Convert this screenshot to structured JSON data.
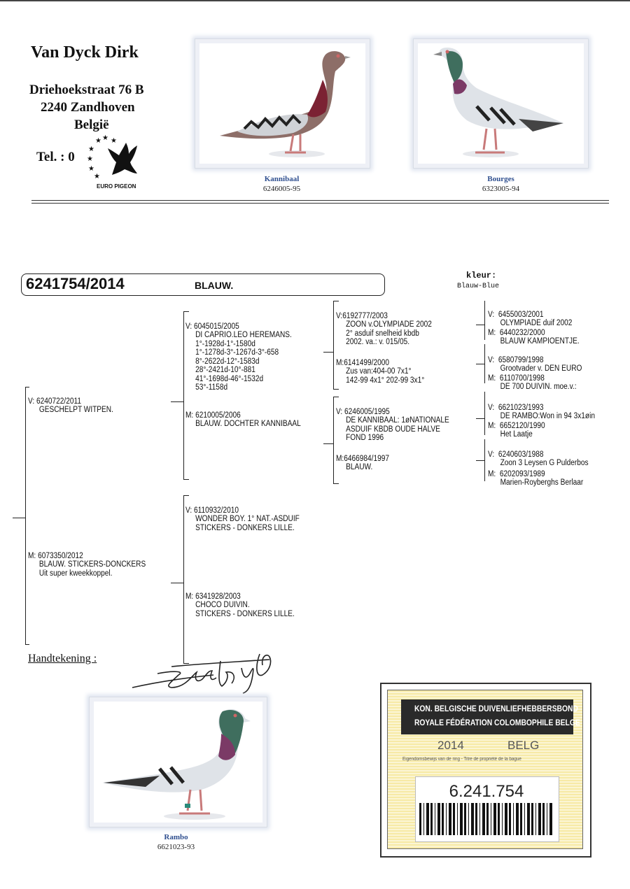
{
  "header": {
    "name": "Van Dyck Dirk",
    "street": "Driehoekstraat 76 B",
    "city": "2240 Zandhoven",
    "country": "België",
    "tel": "Tel. : 0",
    "logo_text": "EURO PIGEON"
  },
  "photos": [
    {
      "name": "Kannibaal",
      "ring": "6246005-95"
    },
    {
      "name": "Bourges",
      "ring": "6323005-94"
    },
    {
      "name": "Rambo",
      "ring": "6621023-93"
    }
  ],
  "main_bird": {
    "ring": "6241754/2014",
    "color": "BLAUW.",
    "kleur_label": "kleur:",
    "kleur_value": "Blauw-Blue"
  },
  "pedigree": {
    "father": {
      "prefix": "V:",
      "ring": "6240722/2011",
      "text": "GESCHELPT WITPEN."
    },
    "mother": {
      "prefix": "M:",
      "ring": "6073350/2012",
      "lines": [
        "BLAUW. STICKERS-DONCKERS",
        "Uit super kweekkoppel."
      ]
    },
    "ff": {
      "prefix": "V:",
      "ring": "6045015/2005",
      "lines": [
        "DI CAPRIO.LEO HEREMANS.",
        "1°-1928d-1°-1580d",
        "1°-1278d-3°-1267d-3°-658",
        "8°-2622d-12°-1583d",
        "28°-2421d-10°-881",
        "41°-1698d-46°-1532d",
        "53°-1158d"
      ]
    },
    "fm": {
      "prefix": "M:",
      "ring": "6210005/2006",
      "text": "BLAUW. DOCHTER KANNIBAAL"
    },
    "mf": {
      "prefix": "V:",
      "ring": "6110932/2010",
      "lines": [
        "WONDER BOY. 1° NAT.-ASDUIF",
        "STICKERS - DONKERS LILLE."
      ]
    },
    "mm": {
      "prefix": "M:",
      "ring": "6341928/2003",
      "lines": [
        "CHOCO DUIVIN.",
        "STICKERS - DONKERS LILLE."
      ]
    },
    "fff": {
      "prefix": "V:",
      "ring": "6192777/2003",
      "lines": [
        "ZOON v.OLYMPIADE 2002",
        "2° asduif snelheid kbdb",
        "2002. va.: v. 015/05."
      ]
    },
    "ffm": {
      "prefix": "M:",
      "ring": "6141499/2000",
      "lines": [
        "Zus van:404-00 7x1°",
        "142-99 4x1° 202-99 3x1°"
      ]
    },
    "fmf": {
      "prefix": "V:",
      "ring": "6246005/1995",
      "lines": [
        "DE KANNIBAAL: 1øNATIONALE",
        "ASDUIF KBDB OUDE HALVE",
        "FOND 1996"
      ]
    },
    "fmm": {
      "prefix": "M:",
      "ring": "6466984/1997",
      "text": "BLAUW."
    },
    "g1v": {
      "prefix": "V:",
      "ring": "6455003/2001",
      "text": "OLYMPIADE duif 2002"
    },
    "g1m": {
      "prefix": "M:",
      "ring": "6440232/2000",
      "text": "BLAUW KAMPIOENTJE."
    },
    "g2v": {
      "prefix": "V:",
      "ring": "6580799/1998",
      "text": "Grootvader v. DEN EURO"
    },
    "g2m": {
      "prefix": "M:",
      "ring": "6110700/1998",
      "text": "DE 700 DUIVIN. moe.v.:"
    },
    "g3v": {
      "prefix": "V:",
      "ring": "6621023/1993",
      "text": "DE RAMBO:Won in 94 3x1øin"
    },
    "g3m": {
      "prefix": "M:",
      "ring": "6652120/1990",
      "text": "Het Laatje"
    },
    "g4v": {
      "prefix": "V:",
      "ring": "6240603/1988",
      "text": "Zoon 3 Leysen G Pulderbos"
    },
    "g4m": {
      "prefix": "M:",
      "ring": "6202093/1989",
      "text": "Marien-Royberghs Berlaar"
    }
  },
  "signature_label": "Handtekening :",
  "certificate": {
    "line1": "KON. BELGISCHE DUIVENLIEFHEBBERSBOND",
    "line2": "ROYALE FÉDÉRATION COLOMBOPHILE BELGE",
    "year": "2014",
    "country": "BELG",
    "small": "Eigendomsbewijs van de ring - Titre de propriété de la bague",
    "number": "6.241.754"
  },
  "colors": {
    "caption_blue": "#2f4f8f",
    "cert_yellow": "#f2de7a",
    "cert_dark": "#2a2a2a"
  }
}
